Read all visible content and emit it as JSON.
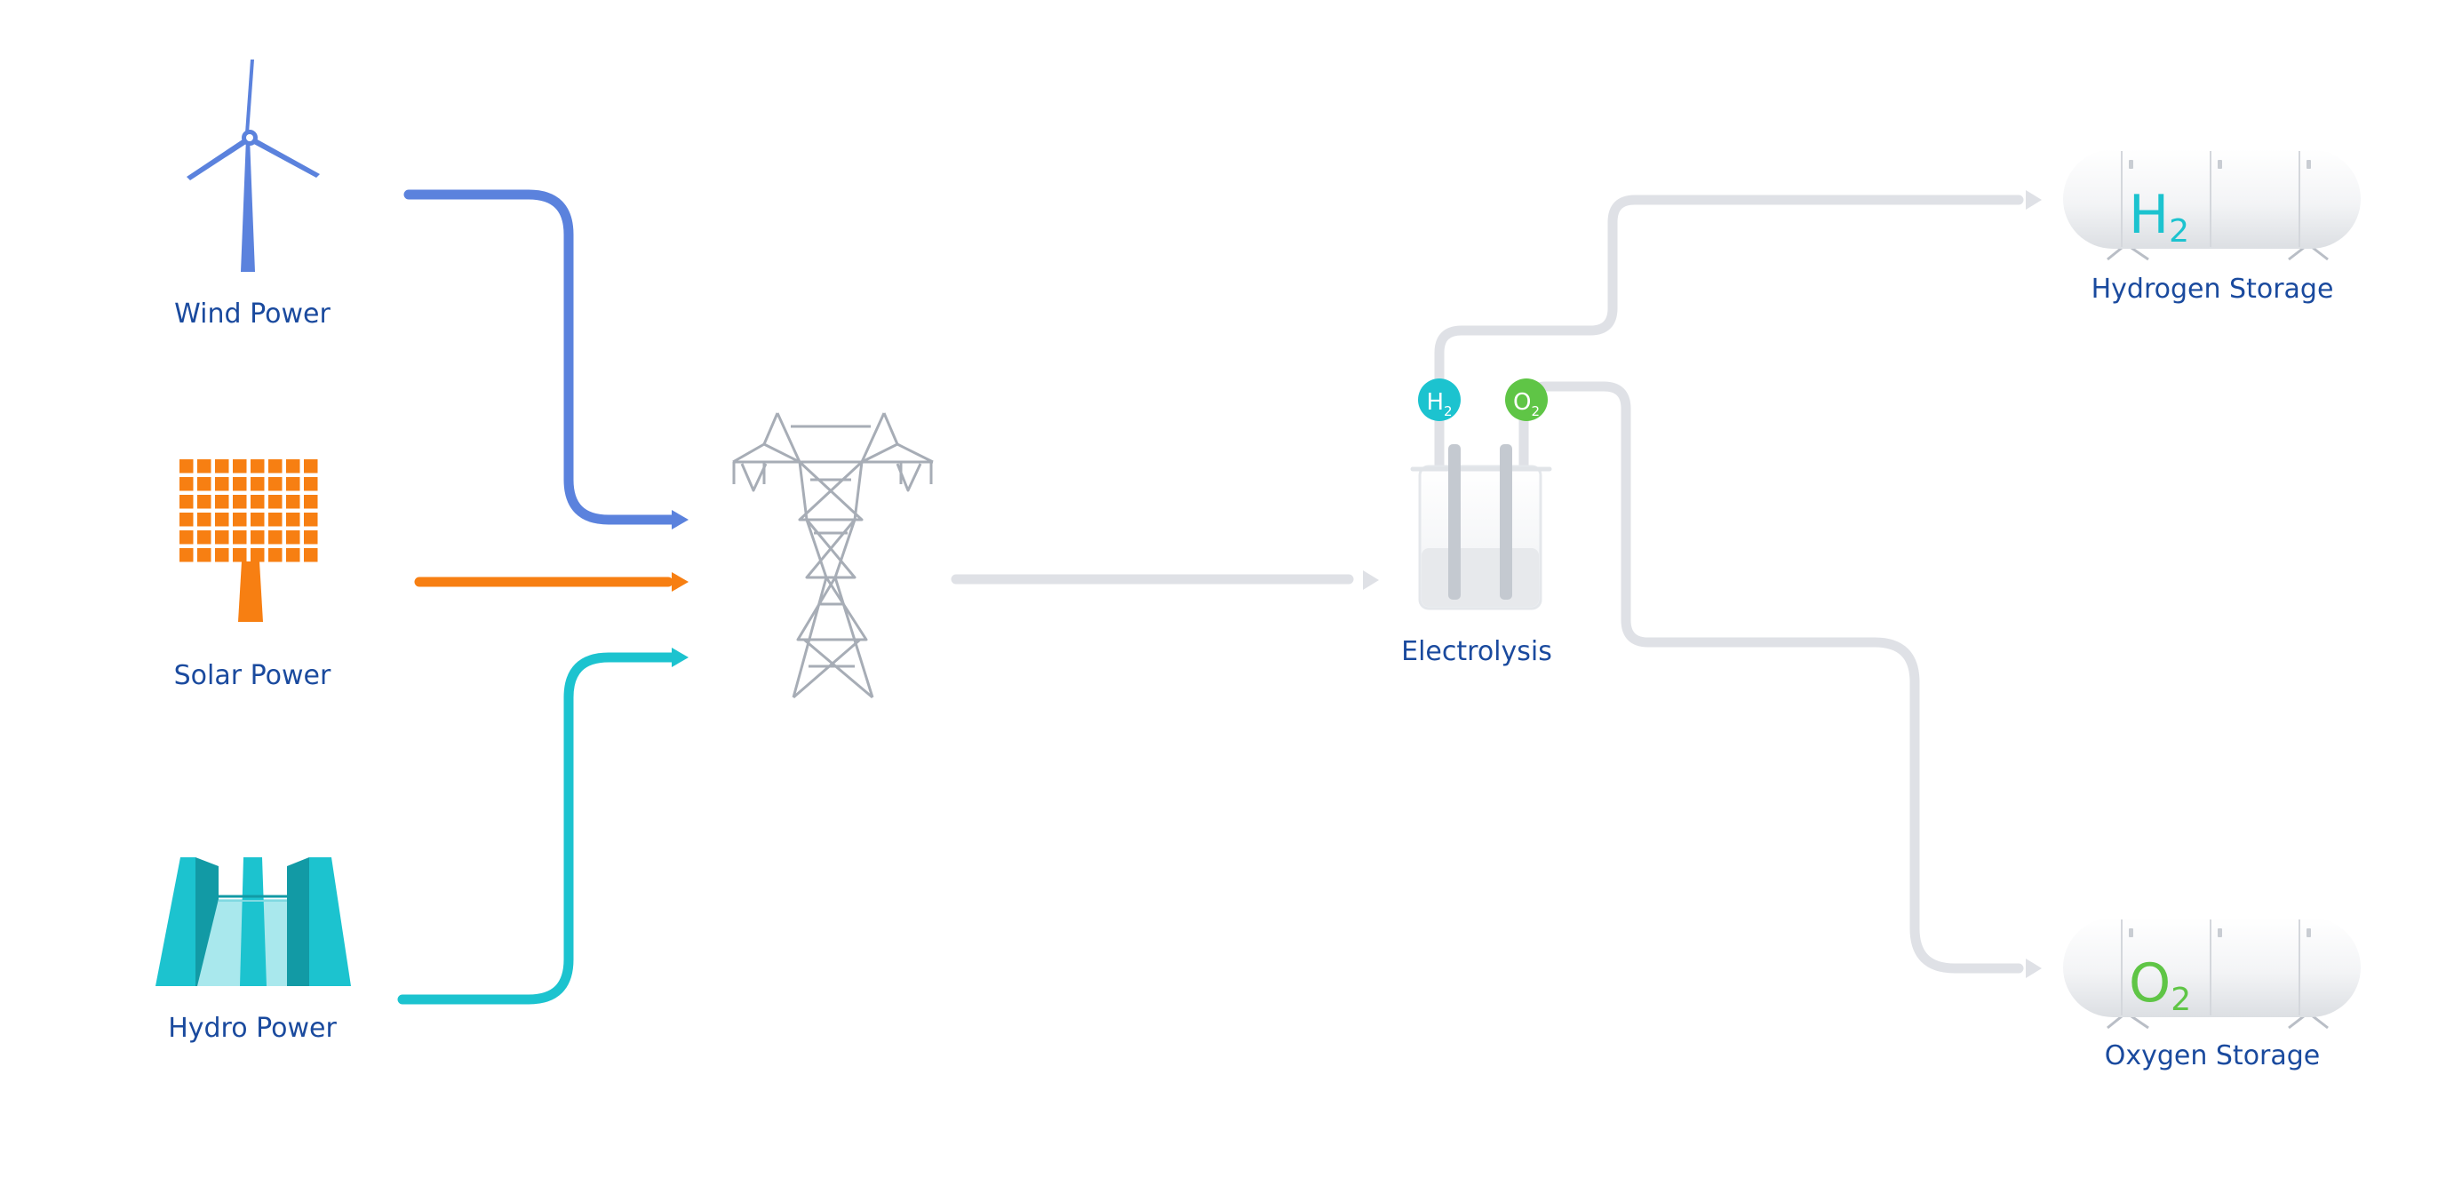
{
  "labels": {
    "wind": "Wind Power",
    "solar": "Solar Power",
    "hydro": "Hydro Power",
    "electrolysis": "Electrolysis",
    "hydrogen_storage": "Hydrogen Storage",
    "oxygen_storage": "Oxygen Storage"
  },
  "badges": {
    "h2_base": "H",
    "h2_sub": "2",
    "o2_base": "O",
    "o2_sub": "2"
  },
  "tank_symbols": {
    "h2_base": "H",
    "h2_sub": "2",
    "o2_base": "O",
    "o2_sub": "2"
  },
  "colors": {
    "wind": "#5b82dd",
    "solar": "#f77f12",
    "hydro": "#1cc3cf",
    "pipe": "#dfe1e6",
    "label": "#1a4a9e",
    "pylon": "#a7adb6",
    "hydrogen": "#1cc3cf",
    "oxygen": "#5fc546"
  },
  "icons": {
    "wind": "wind-turbine-icon",
    "solar": "solar-panel-icon",
    "hydro": "hydro-dam-icon",
    "grid": "power-pylon-icon",
    "electrolysis": "electrolysis-beaker-icon",
    "hydrogen_tank": "hydrogen-tank-icon",
    "oxygen_tank": "oxygen-tank-icon"
  }
}
